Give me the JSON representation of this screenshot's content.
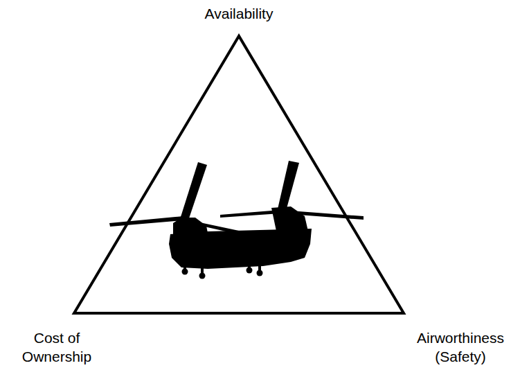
{
  "diagram": {
    "labels": [
      "Availability",
      "Cost of Ownership",
      "Airworthiness (Safety)"
    ]
  }
}
